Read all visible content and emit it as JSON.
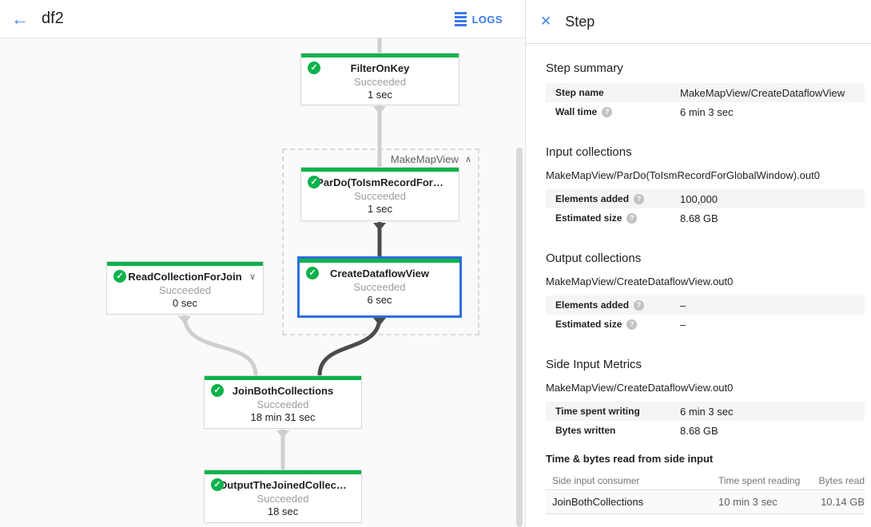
{
  "header": {
    "back_icon": "←",
    "title": "df2",
    "logs_label": "LOGS"
  },
  "panel_header": {
    "close_icon": "✕",
    "title": "Step"
  },
  "graph": {
    "group_label": "MakeMapView",
    "group_collapse_icon": "∧",
    "expand_icon": "∨",
    "check_glyph": "✓",
    "nodes": [
      {
        "title": "FilterOnKey",
        "status": "Succeeded",
        "time": "1 sec"
      },
      {
        "title": "ParDo(ToIsmRecordFor…",
        "status": "Succeeded",
        "time": "1 sec"
      },
      {
        "title": "CreateDataflowView",
        "status": "Succeeded",
        "time": "6 sec"
      },
      {
        "title": "ReadCollectionForJoin",
        "status": "Succeeded",
        "time": "0 sec"
      },
      {
        "title": "JoinBothCollections",
        "status": "Succeeded",
        "time": "18 min 31 sec"
      },
      {
        "title": "OutputTheJoinedCollec…",
        "status": "Succeeded",
        "time": "18 sec"
      }
    ]
  },
  "details": {
    "step_summary": {
      "heading": "Step summary",
      "rows": [
        {
          "label": "Step name",
          "value": "MakeMapView/CreateDataflowView"
        },
        {
          "label": "Wall time",
          "value": "6 min 3 sec"
        }
      ]
    },
    "input_collections": {
      "heading": "Input collections",
      "collection": "MakeMapView/ParDo(ToIsmRecordForGlobalWindow).out0",
      "rows": [
        {
          "label": "Elements added",
          "value": "100,000"
        },
        {
          "label": "Estimated size",
          "value": "8.68 GB"
        }
      ]
    },
    "output_collections": {
      "heading": "Output collections",
      "collection": "MakeMapView/CreateDataflowView.out0",
      "rows": [
        {
          "label": "Elements added",
          "value": "–"
        },
        {
          "label": "Estimated size",
          "value": "–"
        }
      ]
    },
    "side_input_metrics": {
      "heading": "Side Input Metrics",
      "collection": "MakeMapView/CreateDataflowView.out0",
      "rows": [
        {
          "label": "Time spent writing",
          "value": "6 min 3 sec"
        },
        {
          "label": "Bytes written",
          "value": "8.68 GB"
        }
      ]
    },
    "side_input_table": {
      "heading": "Time & bytes read from side input",
      "columns": [
        "Side input consumer",
        "Time spent reading",
        "Bytes read"
      ],
      "row": {
        "consumer": "JoinBothCollections",
        "time": "10 min 3 sec",
        "bytes": "10.14 GB"
      }
    },
    "help_glyph": "?"
  },
  "colors": {
    "success_green": "#0db24c",
    "selection_blue": "#2c6fdd",
    "accent_blue": "#4285f4",
    "edge_light": "#cfcfcf",
    "edge_dark": "#4c4c4c",
    "row_shaded": "#f5f5f5"
  }
}
